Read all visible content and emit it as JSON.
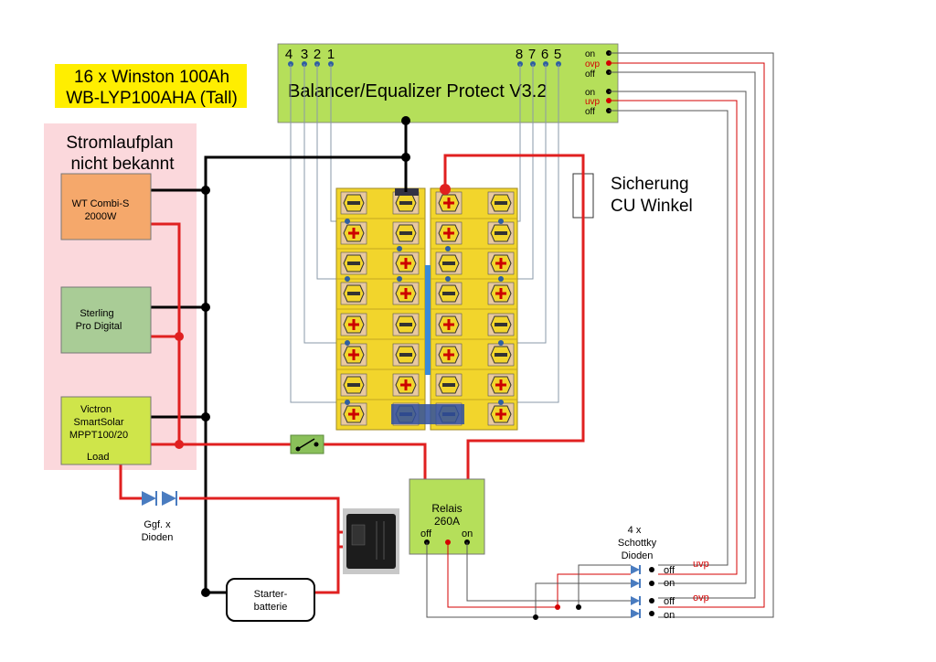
{
  "title": {
    "line1": "16 x Winston 100Ah",
    "line2": "WB-LYP100AHA (Tall)"
  },
  "note": {
    "line1": "Stromlaufplan",
    "line2": "nicht bekannt"
  },
  "balancer": {
    "label": "Balancer/Equalizer Protect V3.2",
    "left_pins": [
      "4",
      "3",
      "2",
      "1"
    ],
    "right_pins": [
      "8",
      "7",
      "6",
      "5"
    ],
    "outputs": [
      {
        "text": "on",
        "color": "#000000"
      },
      {
        "text": "ovp",
        "color": "#d40000"
      },
      {
        "text": "off",
        "color": "#000000"
      },
      {
        "text": "on",
        "color": "#000000"
      },
      {
        "text": "uvp",
        "color": "#d40000"
      },
      {
        "text": "off",
        "color": "#000000"
      }
    ]
  },
  "devices": {
    "combi": {
      "line1": "WT Combi-S",
      "line2": "2000W"
    },
    "sterling": {
      "line1": "Sterling",
      "line2": "Pro Digital"
    },
    "victron": {
      "line1": "Victron",
      "line2": "SmartSolar",
      "line3": "MPPT100/20",
      "load": "Load"
    }
  },
  "fuse": {
    "line1": "Sicherung",
    "line2": "CU Winkel"
  },
  "relay": {
    "line1": "Relais",
    "line2": "260A",
    "off": "off",
    "on": "on"
  },
  "diodes": {
    "line1": "Ggf. x",
    "line2": "Dioden"
  },
  "schottky": {
    "line1": "4 x",
    "line2": "Schottky",
    "line3": "Dioden"
  },
  "diode_outputs": [
    {
      "text": "off",
      "color": "#000000"
    },
    {
      "text": "on",
      "color": "#000000"
    },
    {
      "text": "off",
      "color": "#000000"
    },
    {
      "text": "on",
      "color": "#000000"
    }
  ],
  "diode_tags": {
    "uvp": "uvp",
    "ovp": "ovp"
  },
  "starter": {
    "line1": "Starter-",
    "line2": "batterie"
  },
  "colors": {
    "wire_red": "#e02020",
    "wire_black": "#000000",
    "balancer_green": "#b5df5a",
    "cell_yellow": "#f2d52c",
    "highlight": "#ffee00",
    "pink": "#fbd8dc"
  }
}
